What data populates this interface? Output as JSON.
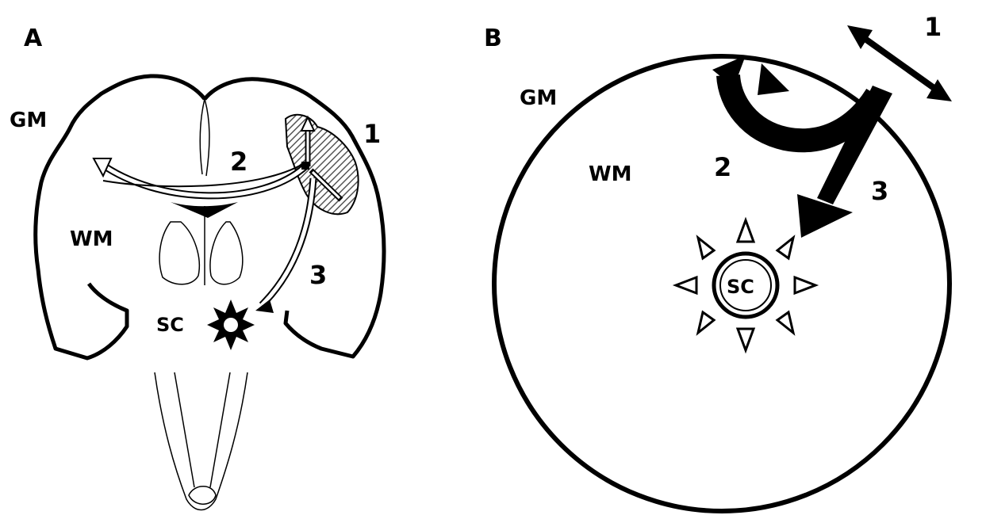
{
  "panel_a": {
    "letter": "A",
    "labels": {
      "gm": "GM",
      "wm": "WM",
      "sc": "SC",
      "route_1": "1",
      "route_2": "2",
      "route_3": "3"
    }
  },
  "panel_b": {
    "letter": "B",
    "labels": {
      "gm": "GM",
      "wm": "WM",
      "sc": "SC",
      "route_1": "1",
      "route_2": "2",
      "route_3": "3"
    }
  },
  "colors": {
    "ink": "#000000",
    "background": "#ffffff",
    "lesion_hatch": "#555555"
  }
}
